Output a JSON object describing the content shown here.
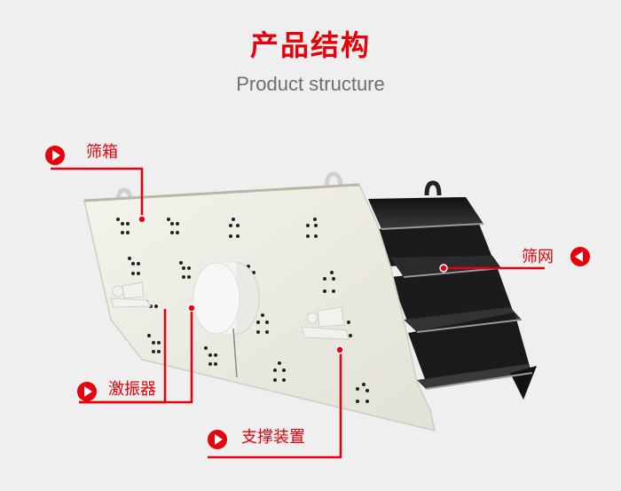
{
  "header": {
    "title_cn": "产品结构",
    "title_en": "Product structure"
  },
  "callouts": [
    {
      "id": "screen-box",
      "label": "筛箱",
      "meaning": "Screen box"
    },
    {
      "id": "screen-mesh",
      "label": "筛网",
      "meaning": "Screen mesh"
    },
    {
      "id": "exciter",
      "label": "激振器",
      "meaning": "Exciter"
    },
    {
      "id": "support-device",
      "label": "支撑装置",
      "meaning": "Support device"
    }
  ],
  "colors": {
    "accent": "#e8000b",
    "background": "#efefef",
    "subtitle": "#6e6e6e",
    "machine_body": "#ecebe2",
    "screen_deck": "#1c1c1e"
  }
}
